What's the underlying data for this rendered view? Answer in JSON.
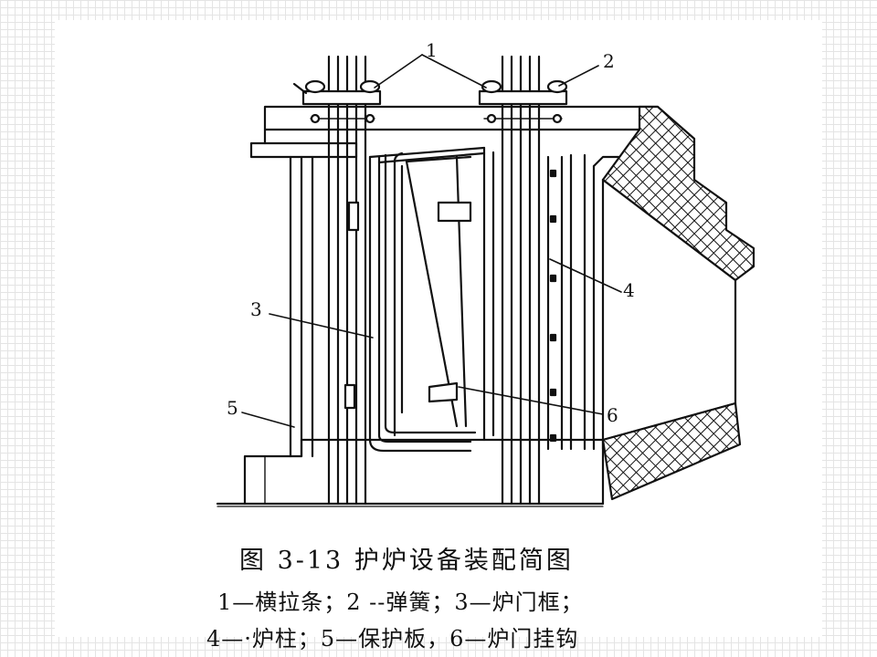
{
  "figure": {
    "callouts": [
      "1",
      "2",
      "3",
      "4",
      "5",
      "6"
    ]
  },
  "caption": {
    "title": "图 3-13   护炉设备装配简图",
    "line1": "1—横拉条；2 --弹簧；3—炉门框；",
    "line2": "4—·炉柱；5—保护板，6—炉门挂钩"
  }
}
